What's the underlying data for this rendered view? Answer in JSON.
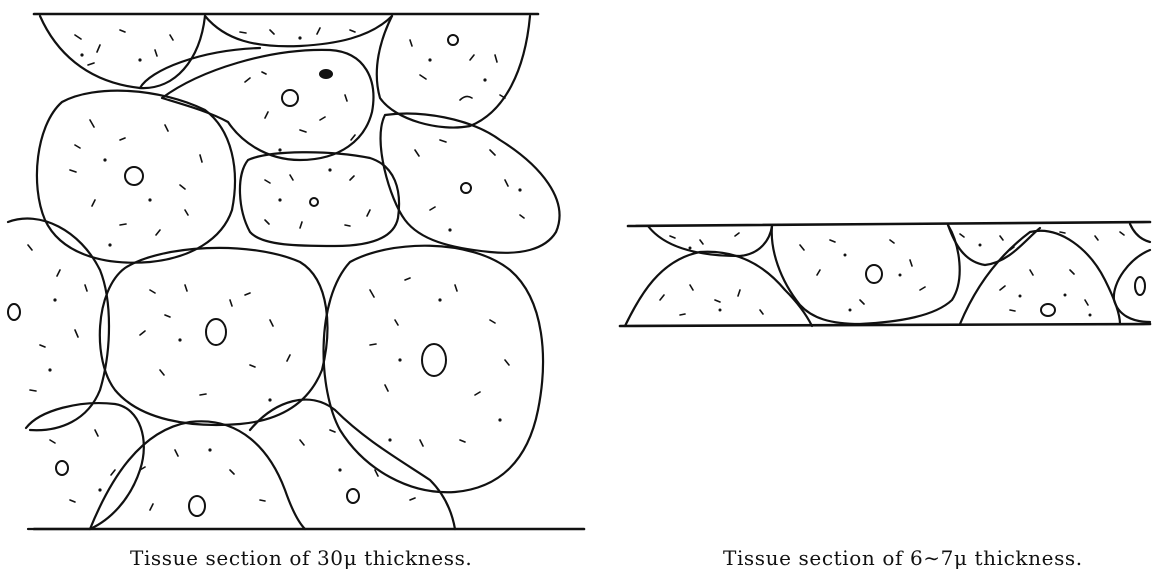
{
  "captions": {
    "left": "Tissue section of 30μ thickness.",
    "right": "Tissue section of 6∼7μ thickness."
  },
  "figures": {
    "left": {
      "shows": "thick-section",
      "cells": "many"
    },
    "right": {
      "shows": "thin-section",
      "cells": "few"
    }
  }
}
